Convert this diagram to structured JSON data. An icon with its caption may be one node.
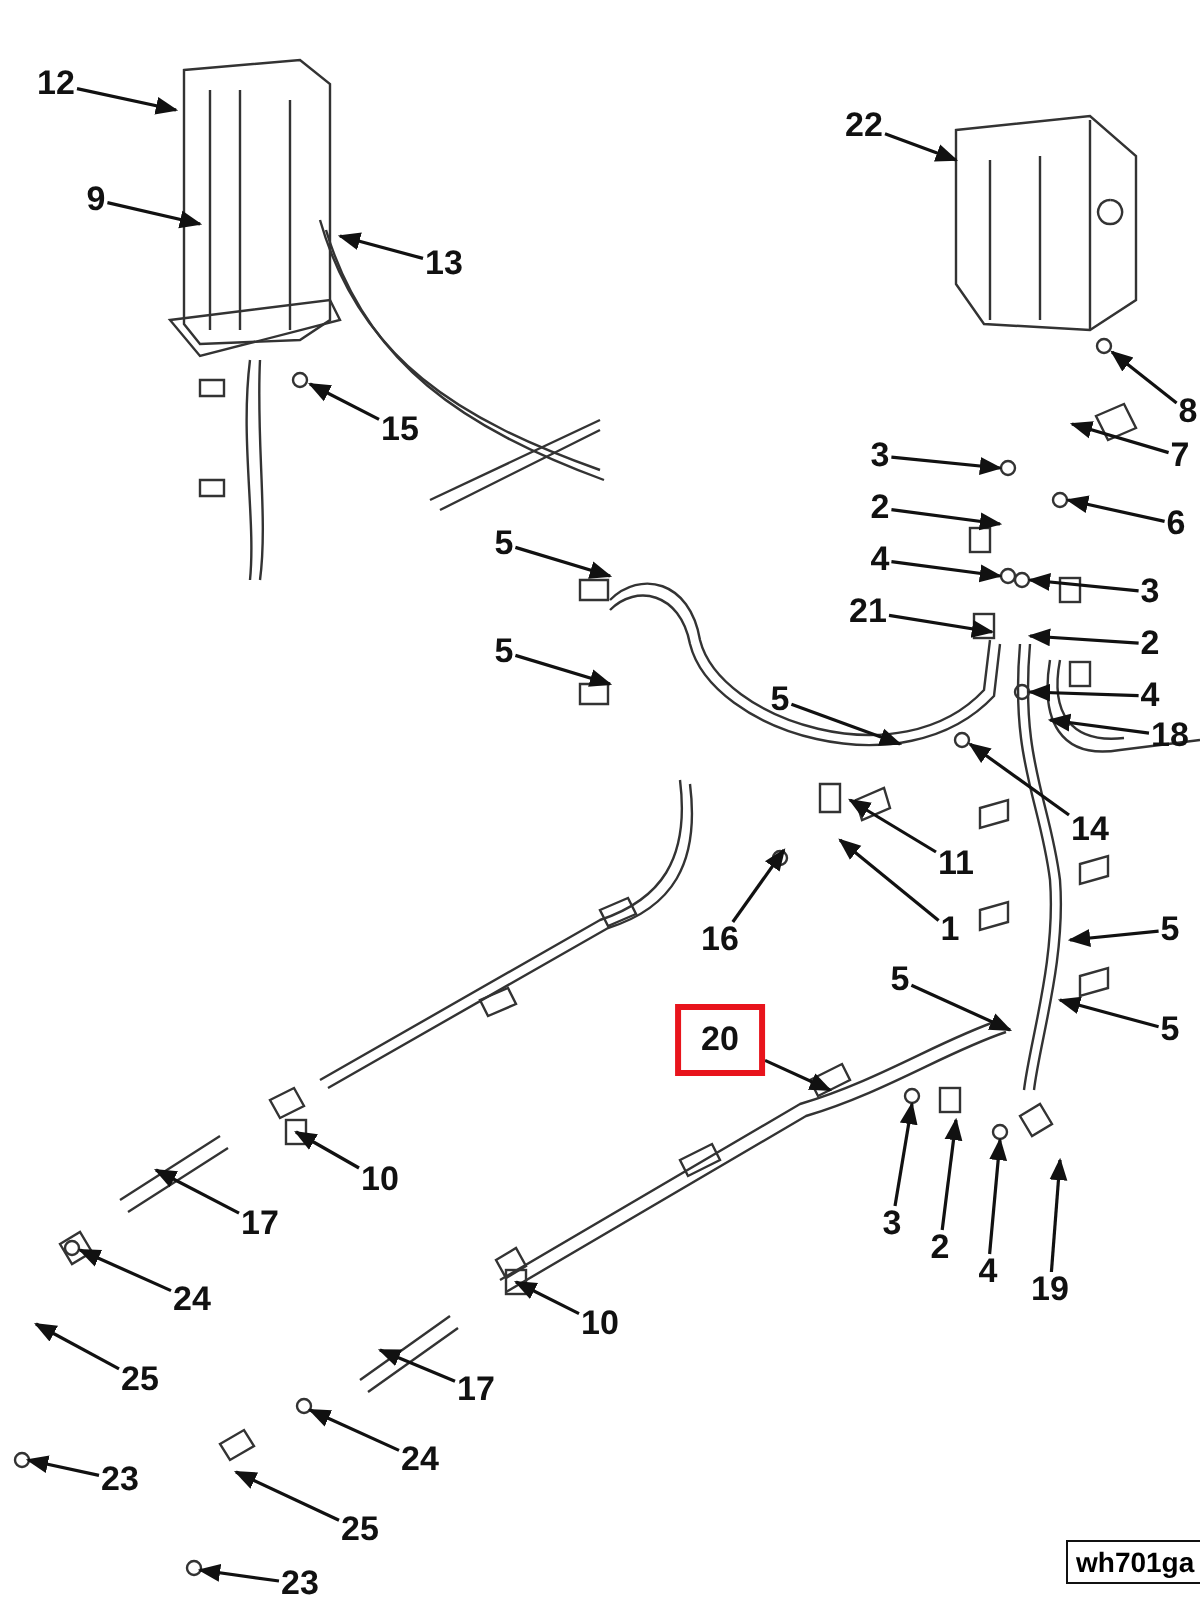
{
  "diagram": {
    "nodes": [
      {
        "text": [
          "12"
        ]
      },
      {
        "text": [
          "22"
        ]
      },
      {
        "text": [
          "9"
        ]
      },
      {
        "text": [
          "13"
        ]
      },
      {
        "text": [
          "8"
        ]
      },
      {
        "text": [
          "15"
        ]
      },
      {
        "text": [
          "7"
        ]
      },
      {
        "text": [
          "6"
        ]
      },
      {
        "text": [
          "3"
        ]
      },
      {
        "text": [
          "2"
        ]
      },
      {
        "text": [
          "5"
        ]
      },
      {
        "text": [
          "4"
        ]
      },
      {
        "text": [
          "3"
        ]
      },
      {
        "text": [
          "21"
        ]
      },
      {
        "text": [
          "2"
        ]
      },
      {
        "text": [
          "5"
        ]
      },
      {
        "text": [
          "4"
        ]
      },
      {
        "text": [
          "18"
        ]
      },
      {
        "text": [
          "14"
        ]
      },
      {
        "text": [
          "5"
        ]
      },
      {
        "text": [
          "11"
        ]
      },
      {
        "text": [
          "1"
        ]
      },
      {
        "text": [
          "16"
        ]
      },
      {
        "text": [
          "5"
        ]
      },
      {
        "text": [
          "5"
        ]
      },
      {
        "text": [
          "20"
        ]
      },
      {
        "text": [
          "5"
        ]
      },
      {
        "text": [
          "10"
        ]
      },
      {
        "text": [
          "3"
        ]
      },
      {
        "text": [
          "2"
        ]
      },
      {
        "text": [
          "4"
        ]
      },
      {
        "text": [
          "17"
        ]
      },
      {
        "text": [
          "24"
        ]
      },
      {
        "text": [
          "19"
        ]
      },
      {
        "text": [
          "25"
        ]
      },
      {
        "text": [
          "23"
        ]
      },
      {
        "text": [
          "10"
        ]
      },
      {
        "text": [
          "17"
        ]
      },
      {
        "text": [
          "24"
        ]
      },
      {
        "text": [
          "25"
        ]
      },
      {
        "text": [
          "23"
        ]
      }
    ],
    "edges": [
      {
        "from": 0,
        "to": null,
        "arrow": "to"
      },
      {
        "from": 1,
        "to": null,
        "arrow": "to"
      },
      {
        "from": 2,
        "to": null,
        "arrow": "to"
      },
      {
        "from": 3,
        "to": null,
        "arrow": "to"
      },
      {
        "from": 4,
        "to": null,
        "arrow": "to"
      },
      {
        "from": 5,
        "to": null,
        "arrow": "to"
      },
      {
        "from": 6,
        "to": null,
        "arrow": "to"
      },
      {
        "from": 7,
        "to": null,
        "arrow": "to"
      },
      {
        "from": 8,
        "to": null,
        "arrow": "to"
      },
      {
        "from": 9,
        "to": null,
        "arrow": "to"
      },
      {
        "from": 10,
        "to": null,
        "arrow": "to"
      },
      {
        "from": 11,
        "to": null,
        "arrow": "to"
      },
      {
        "from": 12,
        "to": null,
        "arrow": "to"
      },
      {
        "from": 13,
        "to": null,
        "arrow": "to"
      },
      {
        "from": 14,
        "to": null,
        "arrow": "to"
      },
      {
        "from": 15,
        "to": null,
        "arrow": "to"
      },
      {
        "from": 16,
        "to": null,
        "arrow": "to"
      },
      {
        "from": 17,
        "to": null,
        "arrow": "to"
      },
      {
        "from": 18,
        "to": null,
        "arrow": "to"
      },
      {
        "from": 19,
        "to": null,
        "arrow": "to"
      },
      {
        "from": 20,
        "to": null,
        "arrow": "to"
      },
      {
        "from": 21,
        "to": null,
        "arrow": "to"
      },
      {
        "from": 22,
        "to": null,
        "arrow": "to"
      },
      {
        "from": 23,
        "to": null,
        "arrow": "to"
      },
      {
        "from": 24,
        "to": null,
        "arrow": "to"
      },
      {
        "from": 25,
        "to": null,
        "arrow": "to"
      },
      {
        "from": 26,
        "to": null,
        "arrow": "to"
      },
      {
        "from": 27,
        "to": null,
        "arrow": "to"
      },
      {
        "from": 28,
        "to": null,
        "arrow": "to"
      },
      {
        "from": 29,
        "to": null,
        "arrow": "to"
      },
      {
        "from": 30,
        "to": null,
        "arrow": "to"
      },
      {
        "from": 31,
        "to": null,
        "arrow": "to"
      },
      {
        "from": 32,
        "to": null,
        "arrow": "to"
      },
      {
        "from": 33,
        "to": null,
        "arrow": "to"
      },
      {
        "from": 34,
        "to": null,
        "arrow": "to"
      },
      {
        "from": 35,
        "to": null,
        "arrow": "to"
      },
      {
        "from": 36,
        "to": null,
        "arrow": "to"
      },
      {
        "from": 37,
        "to": null,
        "arrow": "to"
      },
      {
        "from": 38,
        "to": null,
        "arrow": "to"
      },
      {
        "from": 39,
        "to": null,
        "arrow": "to"
      },
      {
        "from": 40,
        "to": null,
        "arrow": "to"
      }
    ],
    "labels": [
      "wh701ga"
    ]
  }
}
